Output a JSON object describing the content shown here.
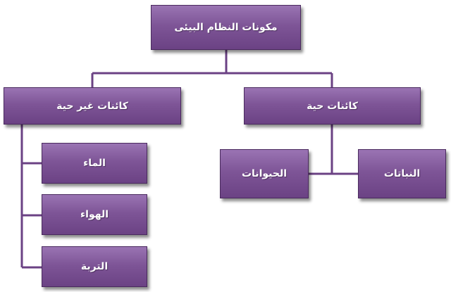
{
  "diagram": {
    "root": {
      "label": "مكونات النظام البيئى"
    },
    "living": {
      "label": "كائنات حية"
    },
    "nonliving": {
      "label": "كائنات غير حية"
    },
    "plants": {
      "label": "النباتات"
    },
    "animals": {
      "label": "الحيوانات"
    },
    "water": {
      "label": "الماء"
    },
    "air": {
      "label": "الهواء"
    },
    "soil": {
      "label": "التربة"
    }
  },
  "colors": {
    "node_fill": "#7e5597",
    "connector": "#6b4284"
  }
}
